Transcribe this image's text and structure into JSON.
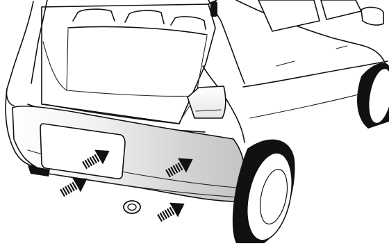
{
  "figure": {
    "subject": "car-rear-three-quarter-view",
    "highlight_color": "#cfcfcf",
    "line_color": "#111111",
    "background": "#ffffff",
    "arrow_count": 4,
    "arrow_targets": [
      "license-plate-area",
      "rear-bumper-right",
      "rear-bumper-lower-left",
      "rear-bumper-lower-center"
    ]
  }
}
